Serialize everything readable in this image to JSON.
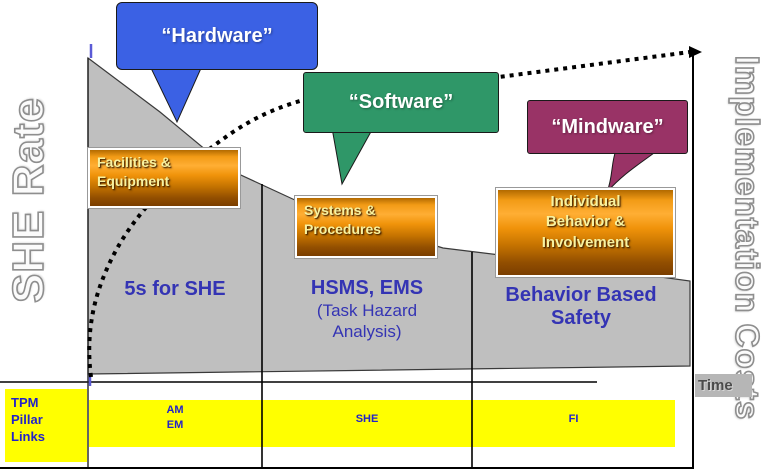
{
  "axes": {
    "left": "SHE Rate",
    "right": "Implementation Costs",
    "time": "Time"
  },
  "callouts": {
    "hardware": "“Hardware”",
    "software": "“Software”",
    "mindware": "“Mindware”"
  },
  "boxes": {
    "facilities": {
      "l1": "Facilities &",
      "l2": "Equipment"
    },
    "systems": {
      "l1": "Systems &",
      "l2": "Procedures"
    },
    "individual": {
      "l1": "Individual",
      "l2": "Behavior &",
      "l3": "Involvement"
    }
  },
  "sections": {
    "one": {
      "title": "5s for SHE"
    },
    "two": {
      "title": "HSMS, EMS",
      "sub1": "(Task Hazard",
      "sub2": "Analysis)"
    },
    "three": {
      "l1": "Behavior Based",
      "l2": "Safety"
    }
  },
  "tpm": {
    "l1": "TPM",
    "l2": "Pillar",
    "l3": "Links"
  },
  "cells": {
    "am": "AM",
    "em": "EM",
    "she": "SHE",
    "fi": "FI"
  },
  "colors": {
    "hardware_blue": "#3B61E4",
    "software_green": "#2F9768",
    "mindware_plum": "#993366",
    "gray_area": "#BFBFBF",
    "pillar_yellow": "#FFFF00",
    "orange_box_top": "#ffae34",
    "orange_box_bottom": "#7a3e00",
    "section_text_blue": "#3434B4",
    "table_text_blue": "#2424C8"
  }
}
